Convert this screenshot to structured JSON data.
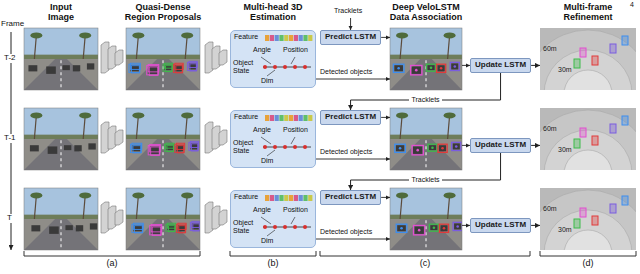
{
  "diagram": {
    "nodes": [
      {
        "text": [
          "Feature",
          "Angle",
          "Position",
          "Object State",
          "Dim"
        ]
      },
      {
        "text": [
          "Predict LSTM"
        ]
      },
      {
        "text": [
          "Update LSTM"
        ]
      },
      {
        "text": [
          "60m",
          "30m"
        ]
      },
      {
        "text": [
          "Feature",
          "Angle",
          "Position",
          "Object State",
          "Dim"
        ]
      },
      {
        "text": [
          "Predict LSTM"
        ]
      },
      {
        "text": [
          "Update LSTM"
        ]
      },
      {
        "text": [
          "60m",
          "30m"
        ]
      },
      {
        "text": [
          "Feature",
          "Angle",
          "Position",
          "Object State",
          "Dim"
        ]
      },
      {
        "text": [
          "Predict LSTM"
        ]
      },
      {
        "text": [
          "Update LSTM"
        ]
      },
      {
        "text": [
          "60m",
          "30m"
        ]
      }
    ],
    "edges": [
      {
        "from": 2,
        "to": 5,
        "arrow": "to",
        "label": "Tracklets"
      },
      {
        "from": 6,
        "to": 9,
        "arrow": "to",
        "label": "Tracklets"
      },
      {
        "from": 2,
        "to": 3,
        "arrow": "to"
      },
      {
        "from": 6,
        "to": 7,
        "arrow": "to"
      },
      {
        "from": 10,
        "to": 11,
        "arrow": "to"
      }
    ],
    "labels": [
      "4",
      "Frame",
      "T-2",
      "T-1",
      "T",
      "Input Image",
      "Quasi-Dense Region Proposals",
      "Multi-head 3D Estimation",
      "Deep VeloLSTM Data Association",
      "Multi-frame Refinement",
      "Tracklets",
      "Detected objects",
      "Detected objects",
      "Detected objects",
      "(a)",
      "(b)",
      "(c)",
      "(d)"
    ]
  }
}
